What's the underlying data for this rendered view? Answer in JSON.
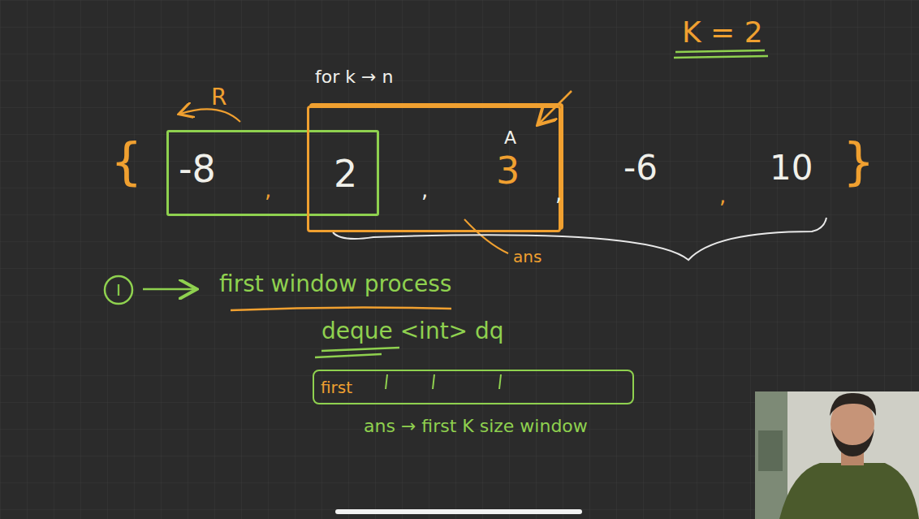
{
  "diagram": {
    "nodes": [
      {
        "text": [
          "-8",
          ","
        ]
      },
      {
        "text": [
          "2",
          ",",
          "A",
          "3"
        ]
      },
      {
        "text": [
          "I"
        ]
      },
      {
        "text": [
          "first"
        ]
      }
    ],
    "labels": [
      "K = 2",
      "for k → n",
      "R",
      "{",
      ",",
      "-6",
      ",",
      "10",
      "}",
      "ans",
      "first window process",
      "deque <int> dq",
      "ans → first K size window"
    ]
  }
}
